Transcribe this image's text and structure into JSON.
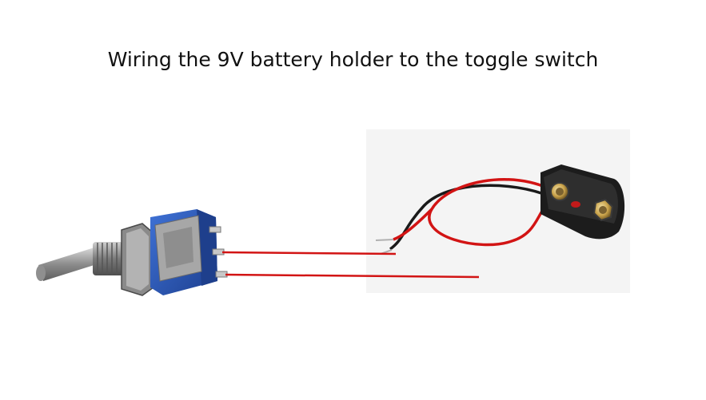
{
  "title": "Wiring the 9V battery holder to the toggle switch",
  "colors": {
    "background": "#ffffff",
    "photo_background": "#f4f4f4",
    "red_wire": "#d21414",
    "black_wire": "#1a1a1a",
    "switch_body": "#2a58b8",
    "metal": "#9a9a9a",
    "clip_body": "#1c1c1c",
    "terminal_gold": "#c9a24a"
  },
  "components": {
    "toggle_switch": "toggle-switch-illustration",
    "battery_holder": "9v-battery-clip-illustration"
  },
  "connections": [
    {
      "from": "toggle-switch-middle-terminal",
      "to": "battery-clip-red-lead",
      "color": "red"
    },
    {
      "from": "toggle-switch-bottom-terminal",
      "to": "battery-clip-photo",
      "color": "red"
    }
  ]
}
